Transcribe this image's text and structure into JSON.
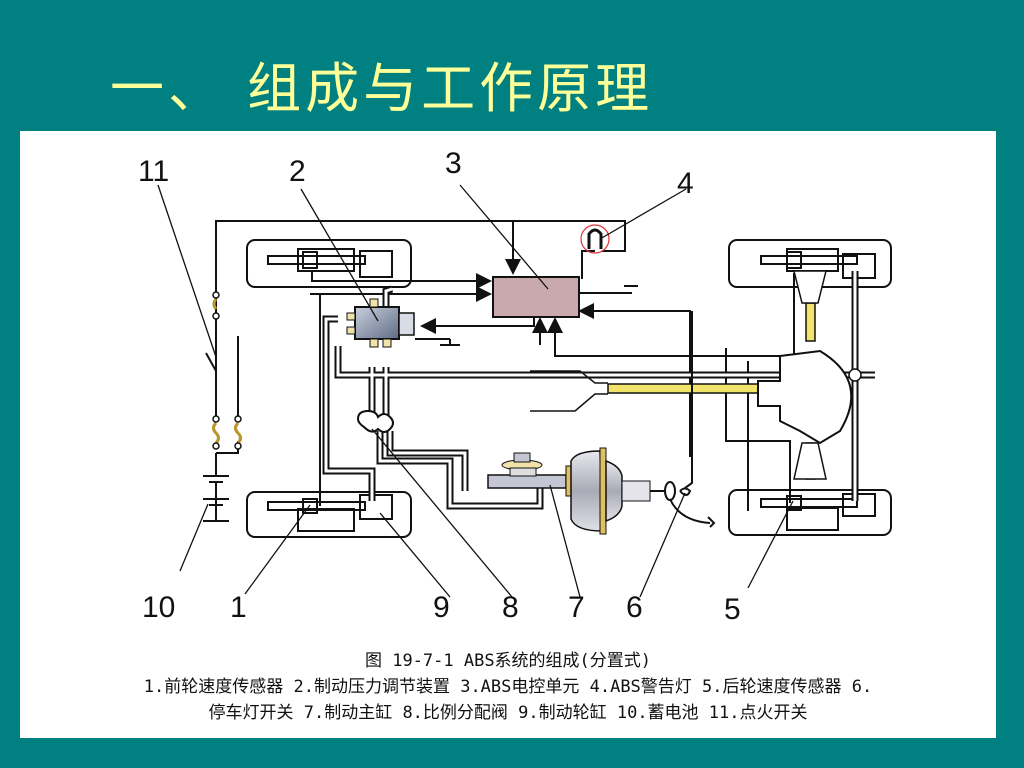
{
  "slide": {
    "title": "一、 组成与工作原理",
    "background_color": "#008080",
    "title_color": "#ffff99"
  },
  "diagram": {
    "callout_numbers": [
      "1",
      "2",
      "3",
      "4",
      "5",
      "6",
      "7",
      "8",
      "9",
      "10",
      "11"
    ],
    "colors": {
      "line": "#111111",
      "ecu_fill": "#c9a9ab",
      "shaft": "#f2e36a",
      "warning_lamp_ring": "#dd3333",
      "modulator": "#8a97ad"
    }
  },
  "caption": {
    "figure_title": "图 19-7-1 ABS系统的组成(分置式)",
    "line1": "1.前轮速度传感器 2.制动压力调节装置 3.ABS电控单元 4.ABS警告灯 5.后轮速度传感器 6.",
    "line2": "停车灯开关 7.制动主缸 8.比例分配阀 9.制动轮缸 10.蓄电池 11.点火开关",
    "legend": [
      {
        "n": "1",
        "label": "前轮速度传感器"
      },
      {
        "n": "2",
        "label": "制动压力调节装置"
      },
      {
        "n": "3",
        "label": "ABS电控单元"
      },
      {
        "n": "4",
        "label": "ABS警告灯"
      },
      {
        "n": "5",
        "label": "后轮速度传感器"
      },
      {
        "n": "6",
        "label": "停车灯开关"
      },
      {
        "n": "7",
        "label": "制动主缸"
      },
      {
        "n": "8",
        "label": "比例分配阀"
      },
      {
        "n": "9",
        "label": "制动轮缸"
      },
      {
        "n": "10",
        "label": "蓄电池"
      },
      {
        "n": "11",
        "label": "点火开关"
      }
    ]
  }
}
